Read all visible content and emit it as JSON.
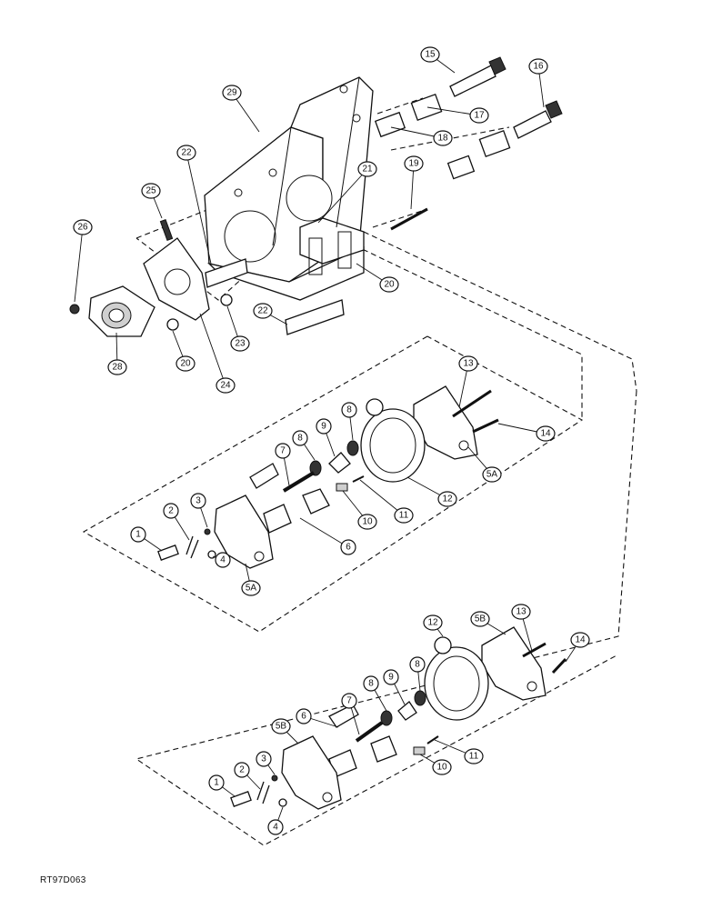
{
  "figure_code": "RT97D063",
  "callouts": {
    "c15": "15",
    "c16": "16",
    "c17": "17",
    "c18": "18",
    "c29": "29",
    "c22a": "22",
    "c21": "21",
    "c19": "19",
    "c25": "25",
    "c26": "26",
    "c20a": "20",
    "c22b": "22",
    "c23": "23",
    "c28": "28",
    "c20b": "20",
    "c24": "24",
    "u13": "13",
    "u8a": "8",
    "u9": "9",
    "u8b": "8",
    "u7": "7",
    "u14": "14",
    "u5Aa": "5A",
    "u12": "12",
    "u11": "11",
    "u10": "10",
    "u3": "3",
    "u2": "2",
    "u1": "1",
    "u6": "6",
    "u4": "4",
    "u5Ab": "5A",
    "l12": "12",
    "l5Ba": "5B",
    "l13": "13",
    "l14": "14",
    "l8a": "8",
    "l7": "7",
    "l8b": "8",
    "l9": "9",
    "l6": "6",
    "l5Bb": "5B",
    "l3": "3",
    "l2": "2",
    "l11": "11",
    "l10": "10",
    "l1": "1",
    "l4": "4"
  }
}
